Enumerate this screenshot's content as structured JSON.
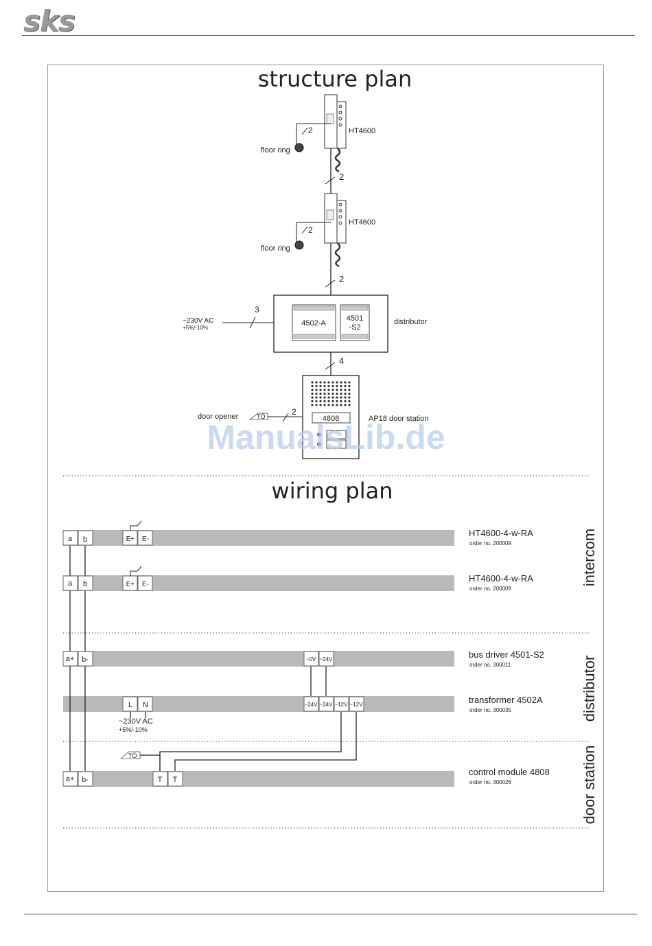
{
  "header": {
    "logo": "sks"
  },
  "structure": {
    "title": "structure plan",
    "handset1": {
      "label": "HT4600",
      "bell": "floor ring",
      "wires_bell": "2",
      "wires_below": "2"
    },
    "handset2": {
      "label": "HT4600",
      "bell": "floor ring",
      "wires_bell": "2",
      "wires_below": "2"
    },
    "mains": {
      "label": "~230V AC",
      "tolerance": "+5%/-10%",
      "wires": "3"
    },
    "distributor": {
      "label": "distributor",
      "module1": "4502-A",
      "module2_line1": "4501",
      "module2_line2": "-S2",
      "wires_below": "4"
    },
    "door_station": {
      "label": "AP18 door station",
      "module": "4808",
      "opener": "door opener",
      "opener_symbol": "TÖ",
      "wires": "2"
    }
  },
  "watermark": "ManualsLib.de",
  "wiring": {
    "title": "wiring plan",
    "groups": {
      "intercom": "intercom",
      "distributor": "distributor",
      "door_station": "door station"
    },
    "rows": {
      "ht1": {
        "name": "HT4600-4-w-RA",
        "order": "order no. 200009",
        "t_a": "a",
        "t_b": "b",
        "t_e1": "E+",
        "t_e2": "E-"
      },
      "ht2": {
        "name": "HT4600-4-w-RA",
        "order": "order no. 200009",
        "t_a": "a",
        "t_b": "b",
        "t_e1": "E+",
        "t_e2": "E-"
      },
      "bus": {
        "name": "bus driver 4501-S2",
        "order": "order no. 300011",
        "t_a": "a+",
        "t_b": "b-",
        "t_0v": "~0V",
        "t_24v": "~24V"
      },
      "trans": {
        "name": "transformer 4502A",
        "order": "order no. 300035",
        "t_l": "L",
        "t_n": "N",
        "t_24a": "~24V",
        "t_24b": "~24V",
        "t_12a": "~12V",
        "t_12b": "~12V",
        "mains": "~230V AC",
        "tolerance": "+5%/-10%"
      },
      "ctrl": {
        "name": "control module 4808",
        "order": "order no. 300026",
        "t_a": "a+",
        "t_b": "b-",
        "t_t1": "T",
        "t_t2": "T",
        "opener_symbol": "TÖ"
      }
    }
  }
}
